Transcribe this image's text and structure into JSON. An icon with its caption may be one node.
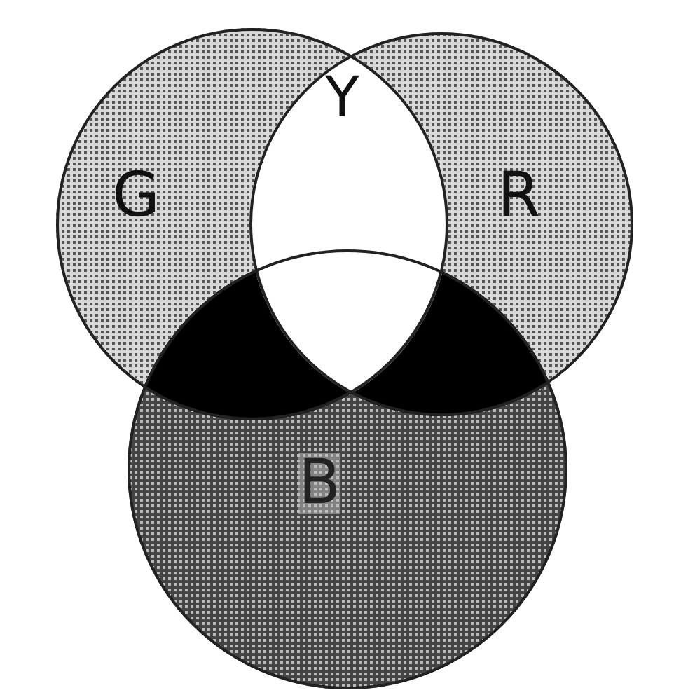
{
  "diagram": {
    "nodes": [
      {
        "text": [
          "G"
        ]
      },
      {
        "text": [
          "R"
        ]
      },
      {
        "text": [
          "B"
        ]
      }
    ],
    "labels": [
      "Y"
    ]
  }
}
